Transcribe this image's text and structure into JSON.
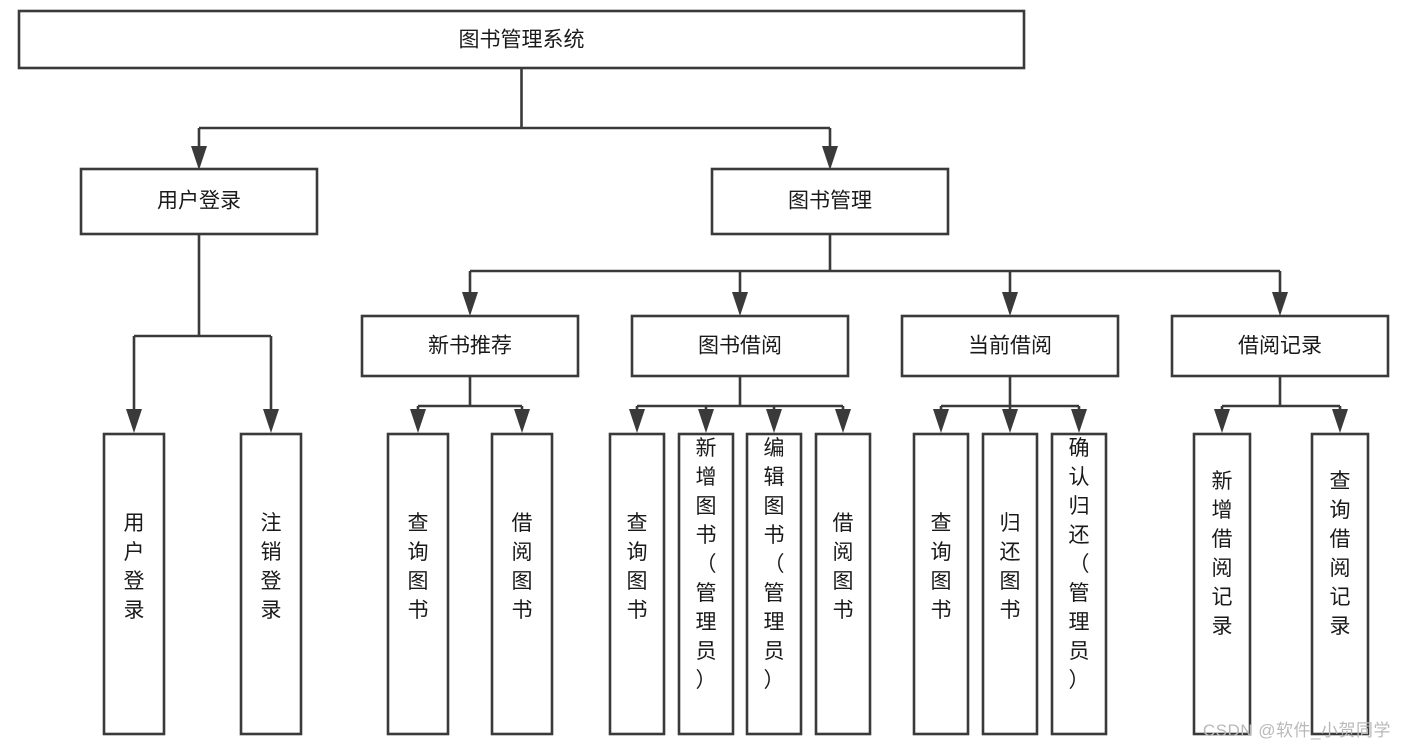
{
  "diagram": {
    "type": "tree-hierarchy-chart",
    "title": "图书管理系统",
    "orientation": "top-down",
    "colors": {
      "box_stroke": "#3a3a3a",
      "box_fill": "#ffffff",
      "connector": "#3a3a3a",
      "text": "#1a1a1a",
      "background": "#ffffff",
      "watermark": "#b9b9b9"
    },
    "root": {
      "label": "图书管理系统"
    },
    "level2": [
      {
        "label": "用户登录"
      },
      {
        "label": "图书管理"
      }
    ],
    "level3": [
      {
        "label": "新书推荐"
      },
      {
        "label": "图书借阅"
      },
      {
        "label": "当前借阅"
      },
      {
        "label": "借阅记录"
      }
    ],
    "leaves": {
      "user_login": [
        {
          "label": "用户登录"
        },
        {
          "label": "注销登录"
        }
      ],
      "new_book_recommend": [
        {
          "label": "查询图书"
        },
        {
          "label": "借阅图书"
        }
      ],
      "book_borrow": [
        {
          "label": "查询图书"
        },
        {
          "label": "新增图书（管理员）"
        },
        {
          "label": "编辑图书（管理员）"
        },
        {
          "label": "借阅图书"
        }
      ],
      "current_borrow": [
        {
          "label": "查询图书"
        },
        {
          "label": "归还图书"
        },
        {
          "label": "确认归还（管理员）"
        }
      ],
      "borrow_record": [
        {
          "label": "新增借阅记录"
        },
        {
          "label": "查询借阅记录"
        }
      ]
    },
    "watermark": "CSDN @软件_小贺同学"
  }
}
